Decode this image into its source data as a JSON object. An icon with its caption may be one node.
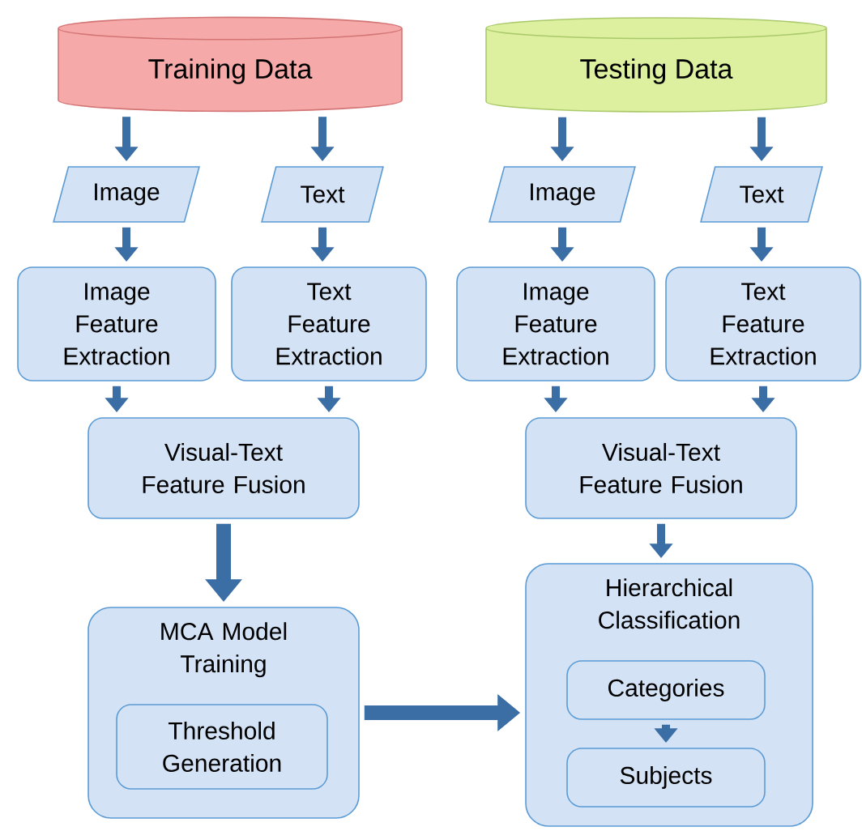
{
  "diagram": {
    "nodes": [
      {
        "text": [
          "Training Data"
        ]
      },
      {
        "text": [
          "Testing Data"
        ]
      },
      {
        "text": [
          "Image"
        ]
      },
      {
        "text": [
          "Text"
        ]
      },
      {
        "text": [
          "Image"
        ]
      },
      {
        "text": [
          "Text"
        ]
      },
      {
        "text": [
          "Image Feature Extraction"
        ]
      },
      {
        "text": [
          "Text Feature Extraction"
        ]
      },
      {
        "text": [
          "Image Feature Extraction"
        ]
      },
      {
        "text": [
          "Text Feature Extraction"
        ]
      },
      {
        "text": [
          "Visual-Text Feature Fusion"
        ]
      },
      {
        "text": [
          "Visual-Text Feature Fusion"
        ]
      },
      {
        "text": [
          "MCA Model Training"
        ]
      },
      {
        "text": [
          "Threshold Generation"
        ],
        "in": 12
      },
      {
        "text": [
          "Hierarchical Classification"
        ]
      },
      {
        "text": [
          "Categories"
        ],
        "in": 14
      },
      {
        "text": [
          "Subjects"
        ],
        "in": 14
      }
    ],
    "edges": [
      {
        "from": 0,
        "to": 2,
        "arrow": "to"
      },
      {
        "from": 0,
        "to": 3,
        "arrow": "to"
      },
      {
        "from": 1,
        "to": 4,
        "arrow": "to"
      },
      {
        "from": 1,
        "to": 5,
        "arrow": "to"
      },
      {
        "from": 2,
        "to": 6,
        "arrow": "to"
      },
      {
        "from": 3,
        "to": 7,
        "arrow": "to"
      },
      {
        "from": 4,
        "to": 8,
        "arrow": "to"
      },
      {
        "from": 5,
        "to": 9,
        "arrow": "to"
      },
      {
        "from": 6,
        "to": 10,
        "arrow": "to"
      },
      {
        "from": 7,
        "to": 10,
        "arrow": "to"
      },
      {
        "from": 8,
        "to": 11,
        "arrow": "to"
      },
      {
        "from": 9,
        "to": 11,
        "arrow": "to"
      },
      {
        "from": 10,
        "to": 12,
        "arrow": "to",
        "style": "thick"
      },
      {
        "from": 11,
        "to": 14,
        "arrow": "to"
      },
      {
        "from": 12,
        "to": 14,
        "arrow": "to",
        "style": "thick"
      },
      {
        "from": 15,
        "to": 16,
        "arrow": "to"
      }
    ]
  }
}
